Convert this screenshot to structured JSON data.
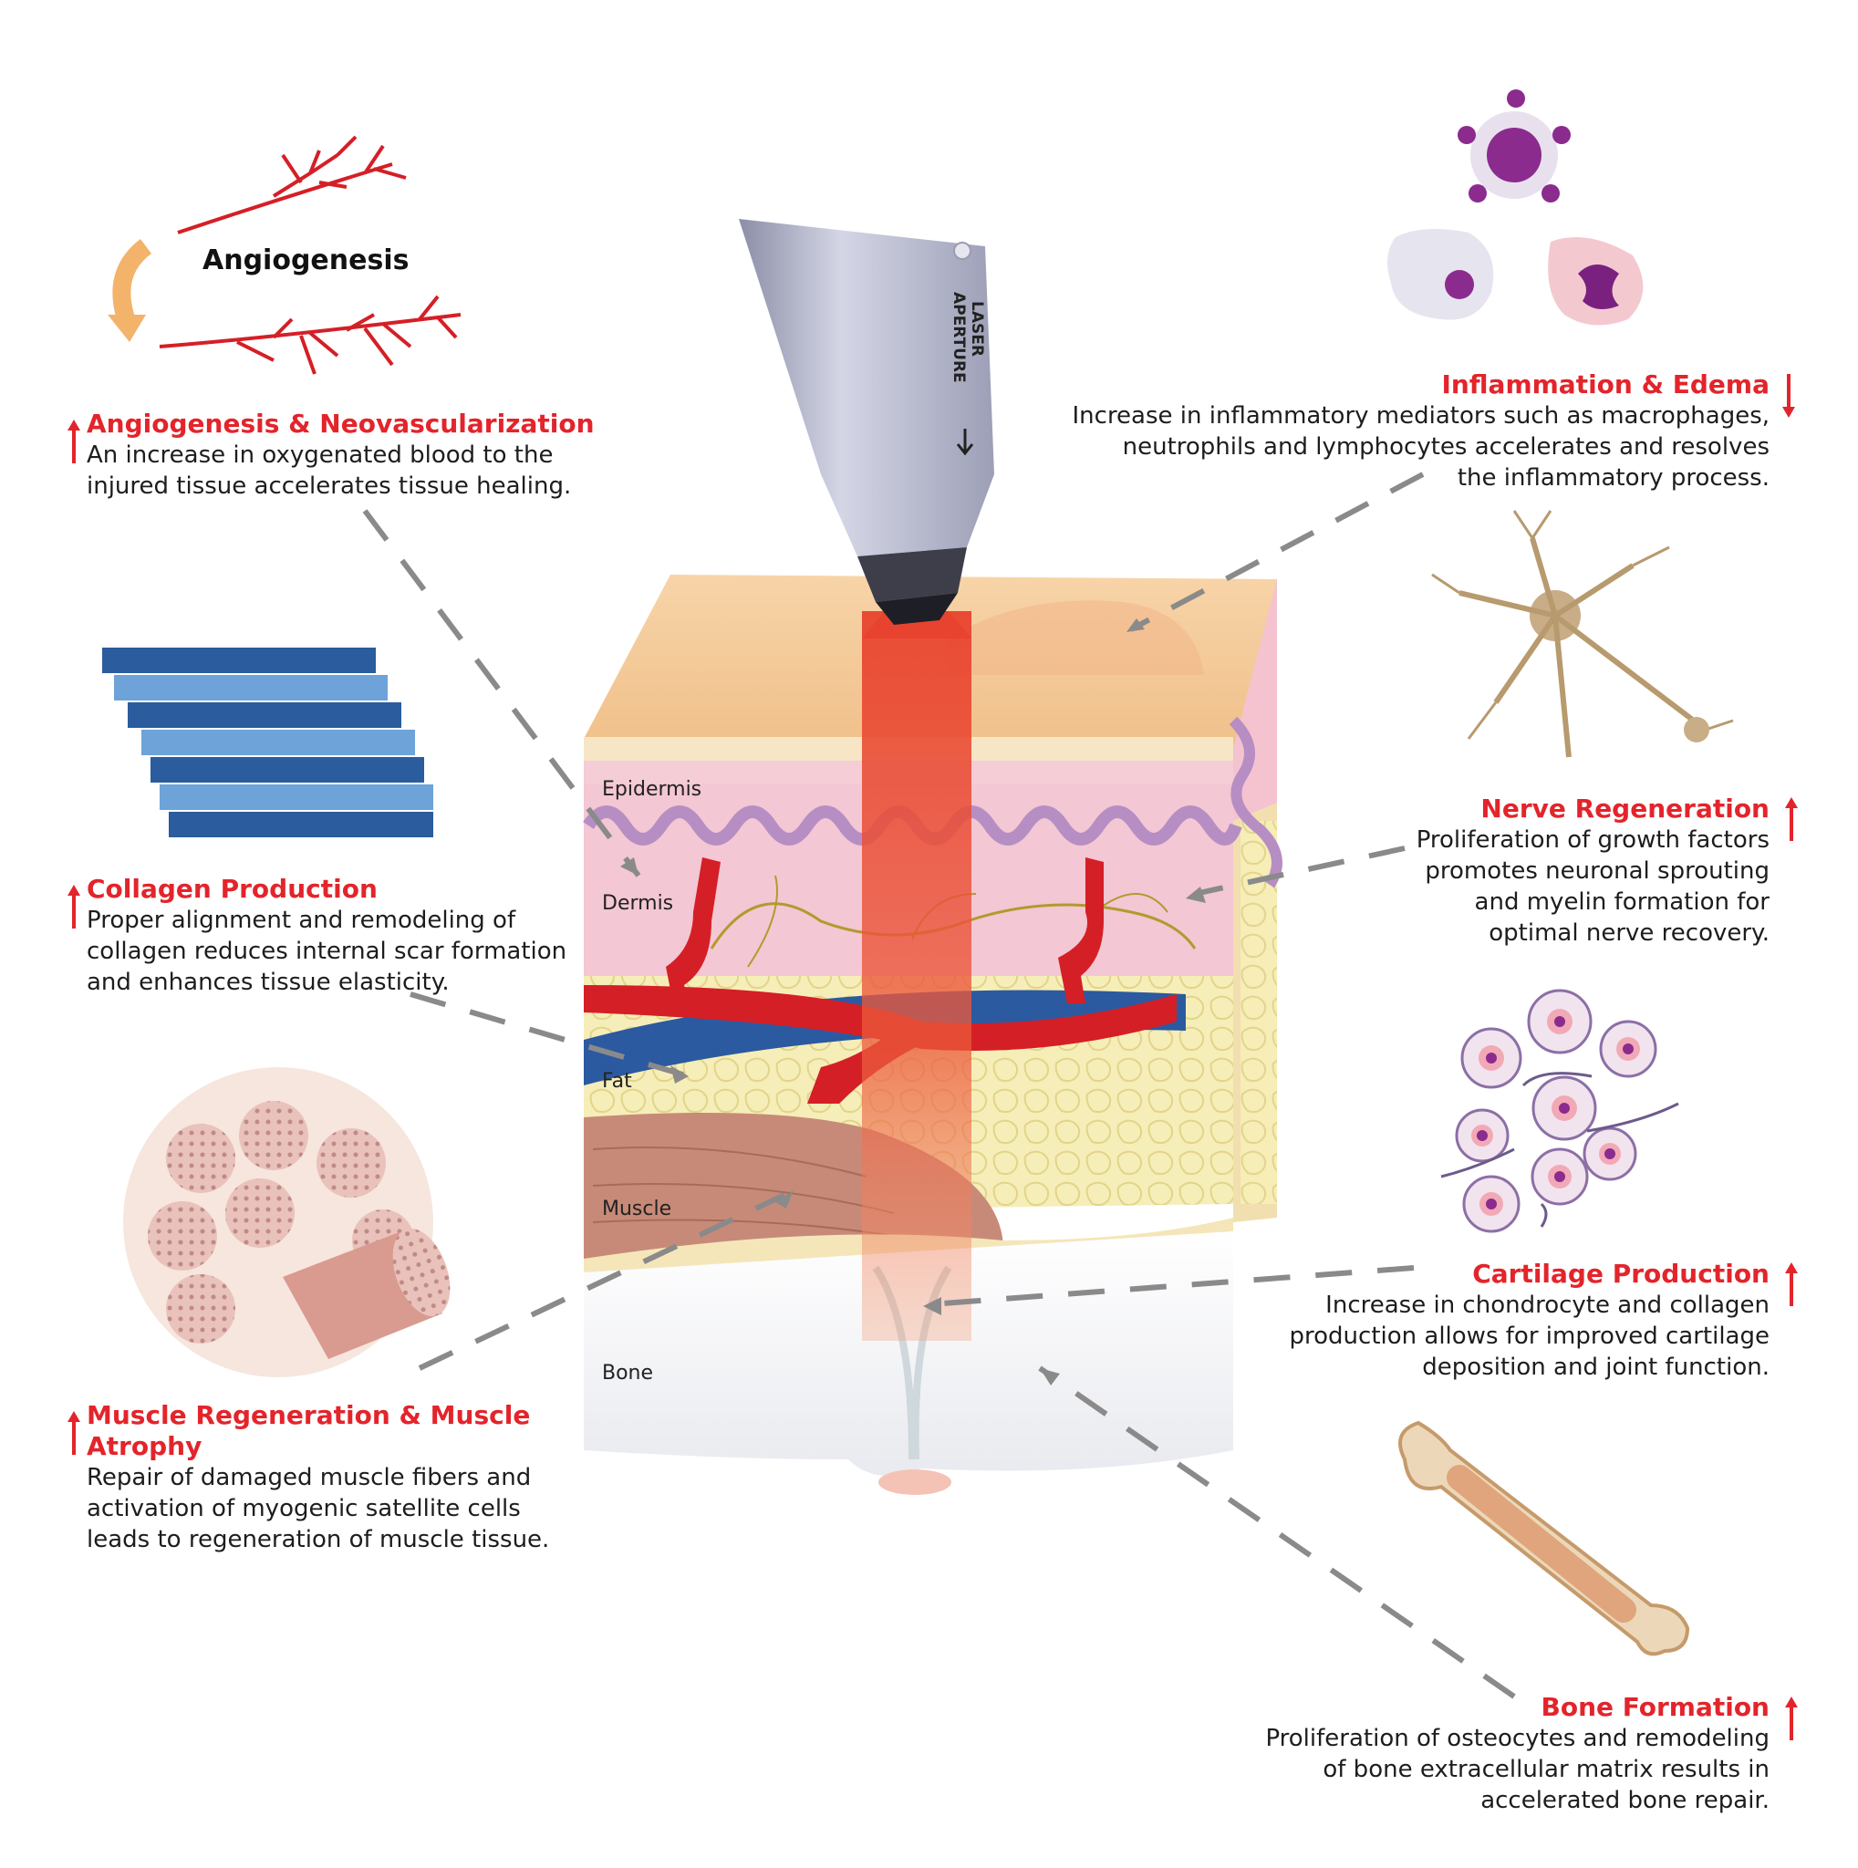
{
  "colors": {
    "accent_red": "#e3242b",
    "dash_gray": "#8a8a8a",
    "laser": "#e8432e",
    "skin": "#f5c89a",
    "dermis": "#f2c6d2",
    "fat": "#f4ebb0",
    "muscle": "#c98a7a",
    "artery": "#d51f26",
    "vein": "#2c5aa0"
  },
  "device": {
    "aperture_line1": "LASER",
    "aperture_line2": "APERTURE"
  },
  "layer_labels": {
    "epidermis": "Epidermis",
    "dermis": "Dermis",
    "fat": "Fat",
    "muscle": "Muscle",
    "bone": "Bone"
  },
  "angiogenesis_illustration": {
    "label": "Angiogenesis"
  },
  "effects": {
    "angiogenesis": {
      "title": "Angiogenesis & Neovascularization",
      "direction": "up",
      "desc_lines": [
        "An increase in oxygenated blood to the",
        "injured tissue accelerates tissue healing."
      ]
    },
    "collagen": {
      "title": "Collagen Production",
      "direction": "up",
      "desc_lines": [
        "Proper alignment and remodeling of",
        "collagen reduces internal scar formation",
        "and enhances tissue elasticity."
      ]
    },
    "muscle": {
      "title": "Muscle Regeneration & Muscle Atrophy",
      "direction": "up",
      "desc_lines": [
        "Repair of damaged muscle fibers and",
        "activation of myogenic satellite cells",
        "leads to regeneration of muscle tissue."
      ]
    },
    "inflammation": {
      "title": "Inflammation & Edema",
      "direction": "down",
      "desc_lines": [
        "Increase in inflammatory mediators such as macrophages,",
        "neutrophils and lymphocytes  accelerates and resolves",
        "the inflammatory process."
      ]
    },
    "nerve": {
      "title": "Nerve Regeneration",
      "direction": "up",
      "desc_lines": [
        "Proliferation of growth factors",
        "promotes neuronal sprouting",
        "and myelin formation for",
        "optimal nerve recovery."
      ]
    },
    "cartilage": {
      "title": "Cartilage Production",
      "direction": "up",
      "desc_lines": [
        "Increase in chondrocyte and collagen",
        "production allows for improved cartilage",
        "deposition and joint function."
      ]
    },
    "bone": {
      "title": "Bone Formation",
      "direction": "up",
      "desc_lines": [
        "Proliferation of osteocytes and remodeling",
        "of bone extracellular matrix results in",
        "accelerated bone repair."
      ]
    }
  }
}
